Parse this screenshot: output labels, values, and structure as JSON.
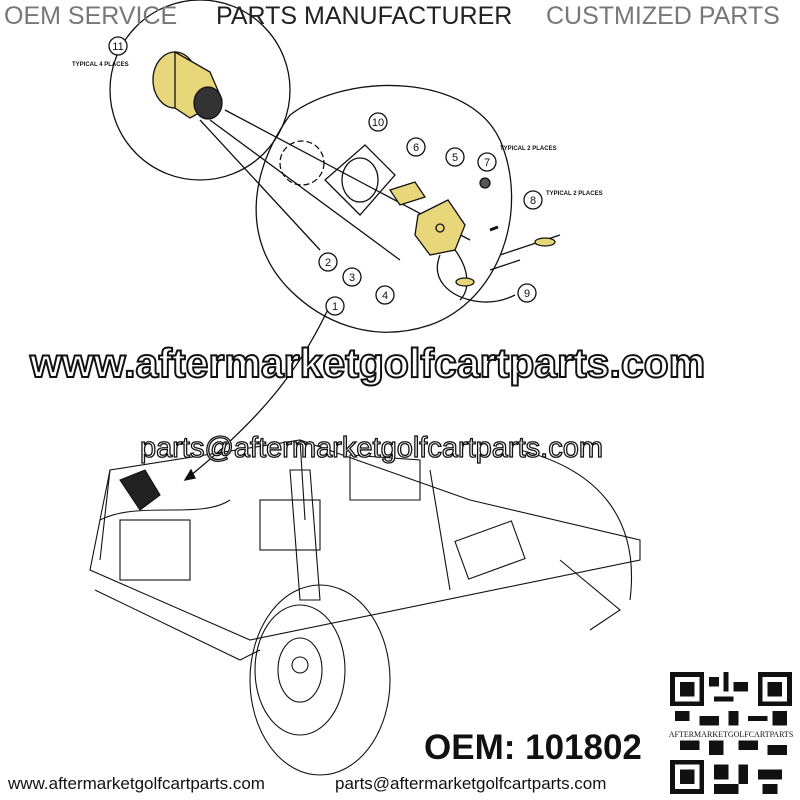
{
  "header": {
    "left": "OEM SERVICE",
    "center": "PARTS MANUFACTURER",
    "right": "CUSTMIZED PARTS"
  },
  "diagram": {
    "callouts": [
      "1",
      "2",
      "3",
      "4",
      "5",
      "6",
      "7",
      "8",
      "9",
      "10",
      "11"
    ],
    "notes": {
      "typical_4": "TYPICAL 4 PLACES",
      "typical_2a": "TYPICAL 2 PLACES",
      "typical_2b": "TYPICAL 2 PLACES"
    },
    "part_color": "#e8d77a"
  },
  "watermark": {
    "site": "www.aftermarketgolfcartparts.com",
    "email": "parts@aftermarketgolfcartparts.com"
  },
  "footer": {
    "site": "www.aftermarketgolfcartparts.com",
    "email": "parts@aftermarketgolfcartparts.com",
    "oem": "OEM: 101802",
    "qr_label": "AFTERMARKETGOLFCARTPARTS"
  }
}
